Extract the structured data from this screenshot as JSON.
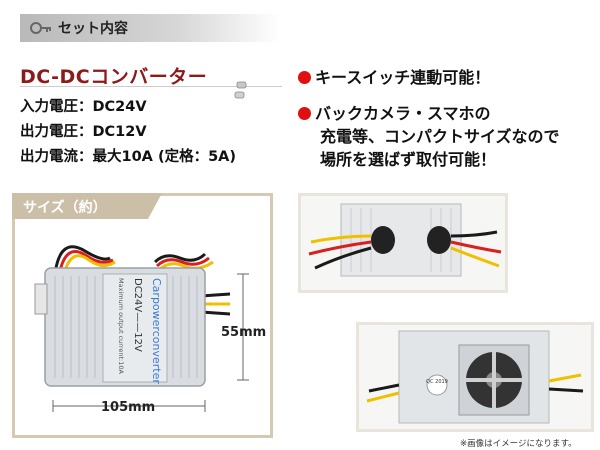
{
  "header": {
    "title": "セット内容",
    "icon": "key-icon"
  },
  "product": {
    "title": "DC-DCコンバーター"
  },
  "specs": [
    "入力電圧：DC24V",
    "出力電圧：DC12V",
    "出力電流：最大10A (定格：5A)"
  ],
  "features": [
    {
      "lines": [
        "キースイッチ連動可能！"
      ]
    },
    {
      "lines": [
        "バックカメラ・スマホの",
        "充電等、コンパクトサイズなので",
        "場所を選ばず取付可能！"
      ]
    }
  ],
  "size_panel": {
    "tab_label": "サイズ（約）",
    "width_label": "105mm",
    "height_label": "55mm",
    "device_label_main": "Carpowerconverter",
    "device_label_sub": "DC24V——12V",
    "device_label_small": "Maximum output current:10A"
  },
  "bottom_photo": {
    "badge": "QC 2019"
  },
  "disclaimer": "※画像はイメージになります。",
  "colors": {
    "accent_red": "#e01010",
    "title_red": "#8b1a1a",
    "panel_border": "#d6c9b2",
    "tab_bg": "#cbbfa8",
    "wire_red": "#d8201f",
    "wire_yellow": "#f0c000",
    "wire_black": "#1a1a1a"
  }
}
